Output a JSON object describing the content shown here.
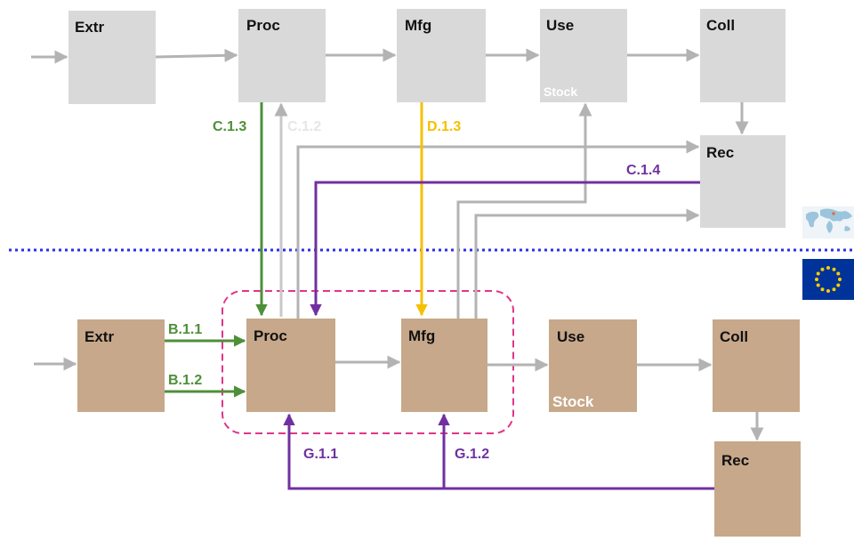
{
  "colors": {
    "top_box": "#d9d9d9",
    "bottom_box": "#c7a88a",
    "grey_flow": "#b3b3b3",
    "green": "#4e8f3a",
    "purple": "#7030a0",
    "yellow": "#f5c000",
    "white": "#ffffff",
    "faded": "#e6e6e6",
    "pink": "#e0358a",
    "blue_dots": "#2e2ee8",
    "eu_blue": "#003399",
    "eu_star": "#ffcc00"
  },
  "top_stages": {
    "extr": "Extr",
    "proc": "Proc",
    "mfg": "Mfg",
    "use": "Use",
    "use_stock": "Stock",
    "coll": "Coll",
    "rec": "Rec"
  },
  "bottom_stages": {
    "extr": "Extr",
    "proc": "Proc",
    "mfg": "Mfg",
    "use": "Use",
    "use_stock": "Stock",
    "coll": "Coll",
    "rec": "Rec"
  },
  "flow_labels": {
    "c13": "C.1.3",
    "c12": "C.1.2",
    "d13": "D.1.3",
    "c14": "C.1.4",
    "b11": "B.1.1",
    "b12": "B.1.2",
    "g11": "G.1.1",
    "g12": "G.1.2"
  },
  "icons": {
    "world": "world-map-icon",
    "eu": "eu-flag-icon"
  }
}
